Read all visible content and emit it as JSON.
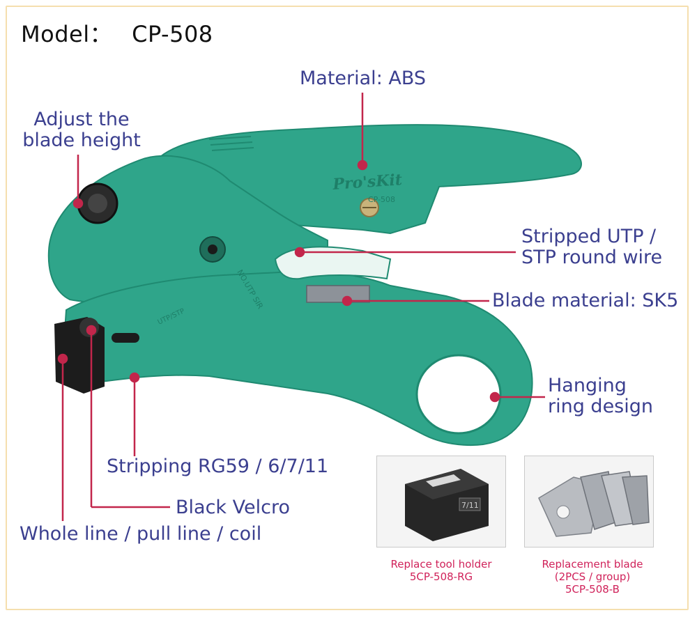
{
  "model": {
    "label": "Model：",
    "value": "CP-508"
  },
  "tool_print": {
    "brand": "Pro'sKit",
    "code": "CP-508",
    "side_text": "NO.UTP SIR",
    "slot_text": "UTP/STP"
  },
  "callouts": {
    "material": "Material: ABS",
    "adjust_line1": "Adjust the",
    "adjust_line2": "blade height",
    "stripped_line1": "Stripped UTP /",
    "stripped_line2": "STP round wire",
    "blade_material": "Blade material: SK5",
    "hanging_line1": "Hanging",
    "hanging_line2": "ring design",
    "stripping": "Stripping RG59 / 6/7/11",
    "velcro": "Black Velcro",
    "whole_line": "Whole line / pull line / coil"
  },
  "accessories": [
    {
      "caption_line1": "Replace tool holder",
      "caption_line2": "5CP-508-RG",
      "caption_line3": "",
      "part_text": "7/11"
    },
    {
      "caption_line1": "Replacement blade",
      "caption_line2": "(2PCS / group)",
      "caption_line3": "5CP-508-B"
    }
  ],
  "colors": {
    "tool": "#2fa58a",
    "tool_dark": "#1f8a71",
    "callout_text": "#3b3f8f",
    "leader": "#c2264b",
    "caption": "#d0225a",
    "border": "#f5dfae"
  }
}
